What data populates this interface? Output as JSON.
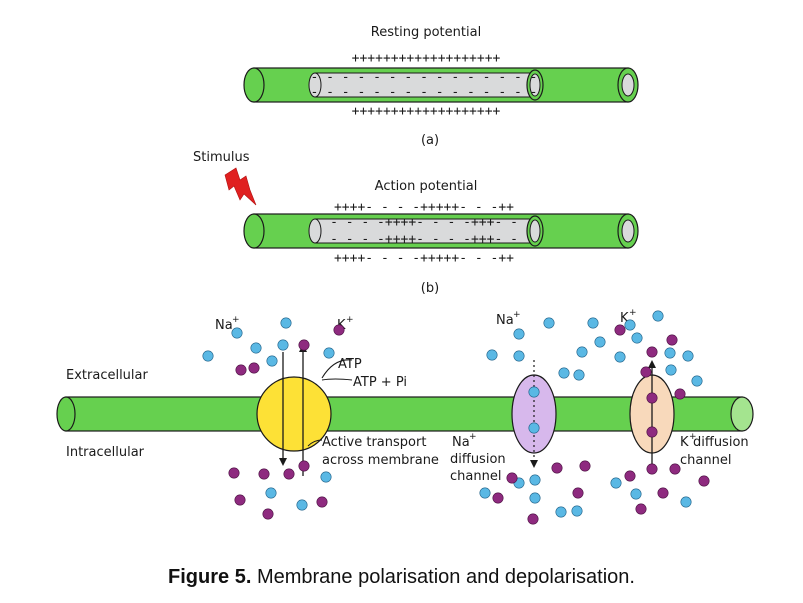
{
  "panel_a": {
    "title": "Resting potential",
    "top_outer": "+++++++++++++++++++",
    "top_inner": "- - - - - - - - - - - - - - -",
    "bottom_inner": "- - - - - - - - - - - - - - -",
    "bottom_outer": "+++++++++++++++++++",
    "label": "(a)"
  },
  "panel_b": {
    "stimulus": "Stimulus",
    "title": "Action potential",
    "top_outer": "++++- - - -+++++- - -++",
    "top_inner": "- - - -++++- - - -+++- -",
    "bottom_inner": "- - - -++++- - - -+++- -",
    "bottom_outer": "++++- - - -+++++- - -++",
    "label": "(b)"
  },
  "panel_c": {
    "extracellular": "Extracellular",
    "intracellular": "Intracellular",
    "pump": {
      "na": "Na",
      "na_sup": "+",
      "k": "K",
      "k_sup": "+",
      "atp": "ATP",
      "atp_pi": "ATP + Pi",
      "desc_line1": "Active transport",
      "desc_line2": "across membrane"
    },
    "na_channel": {
      "ion": "Na",
      "ion_sup": "+",
      "line1": "diffusion",
      "line2": "channel"
    },
    "k_channel": {
      "ion": "K",
      "ion_sup": "+",
      "line1_suffix": " diffusion",
      "line2": "channel"
    }
  },
  "caption": {
    "prefix": "Figure 5.",
    "text": " Membrane polarisation and depolarisation."
  },
  "colors": {
    "membrane": "#66d04f",
    "membrane_stroke": "#1a1a1a",
    "axon_core": "#d9dadb",
    "pump": "#fde136",
    "na_channel": "#d7b8ec",
    "k_channel": "#f8d9bb",
    "na_ion": "#5ab8e4",
    "k_ion": "#8e2a7f",
    "stimulus": "#e02020"
  }
}
